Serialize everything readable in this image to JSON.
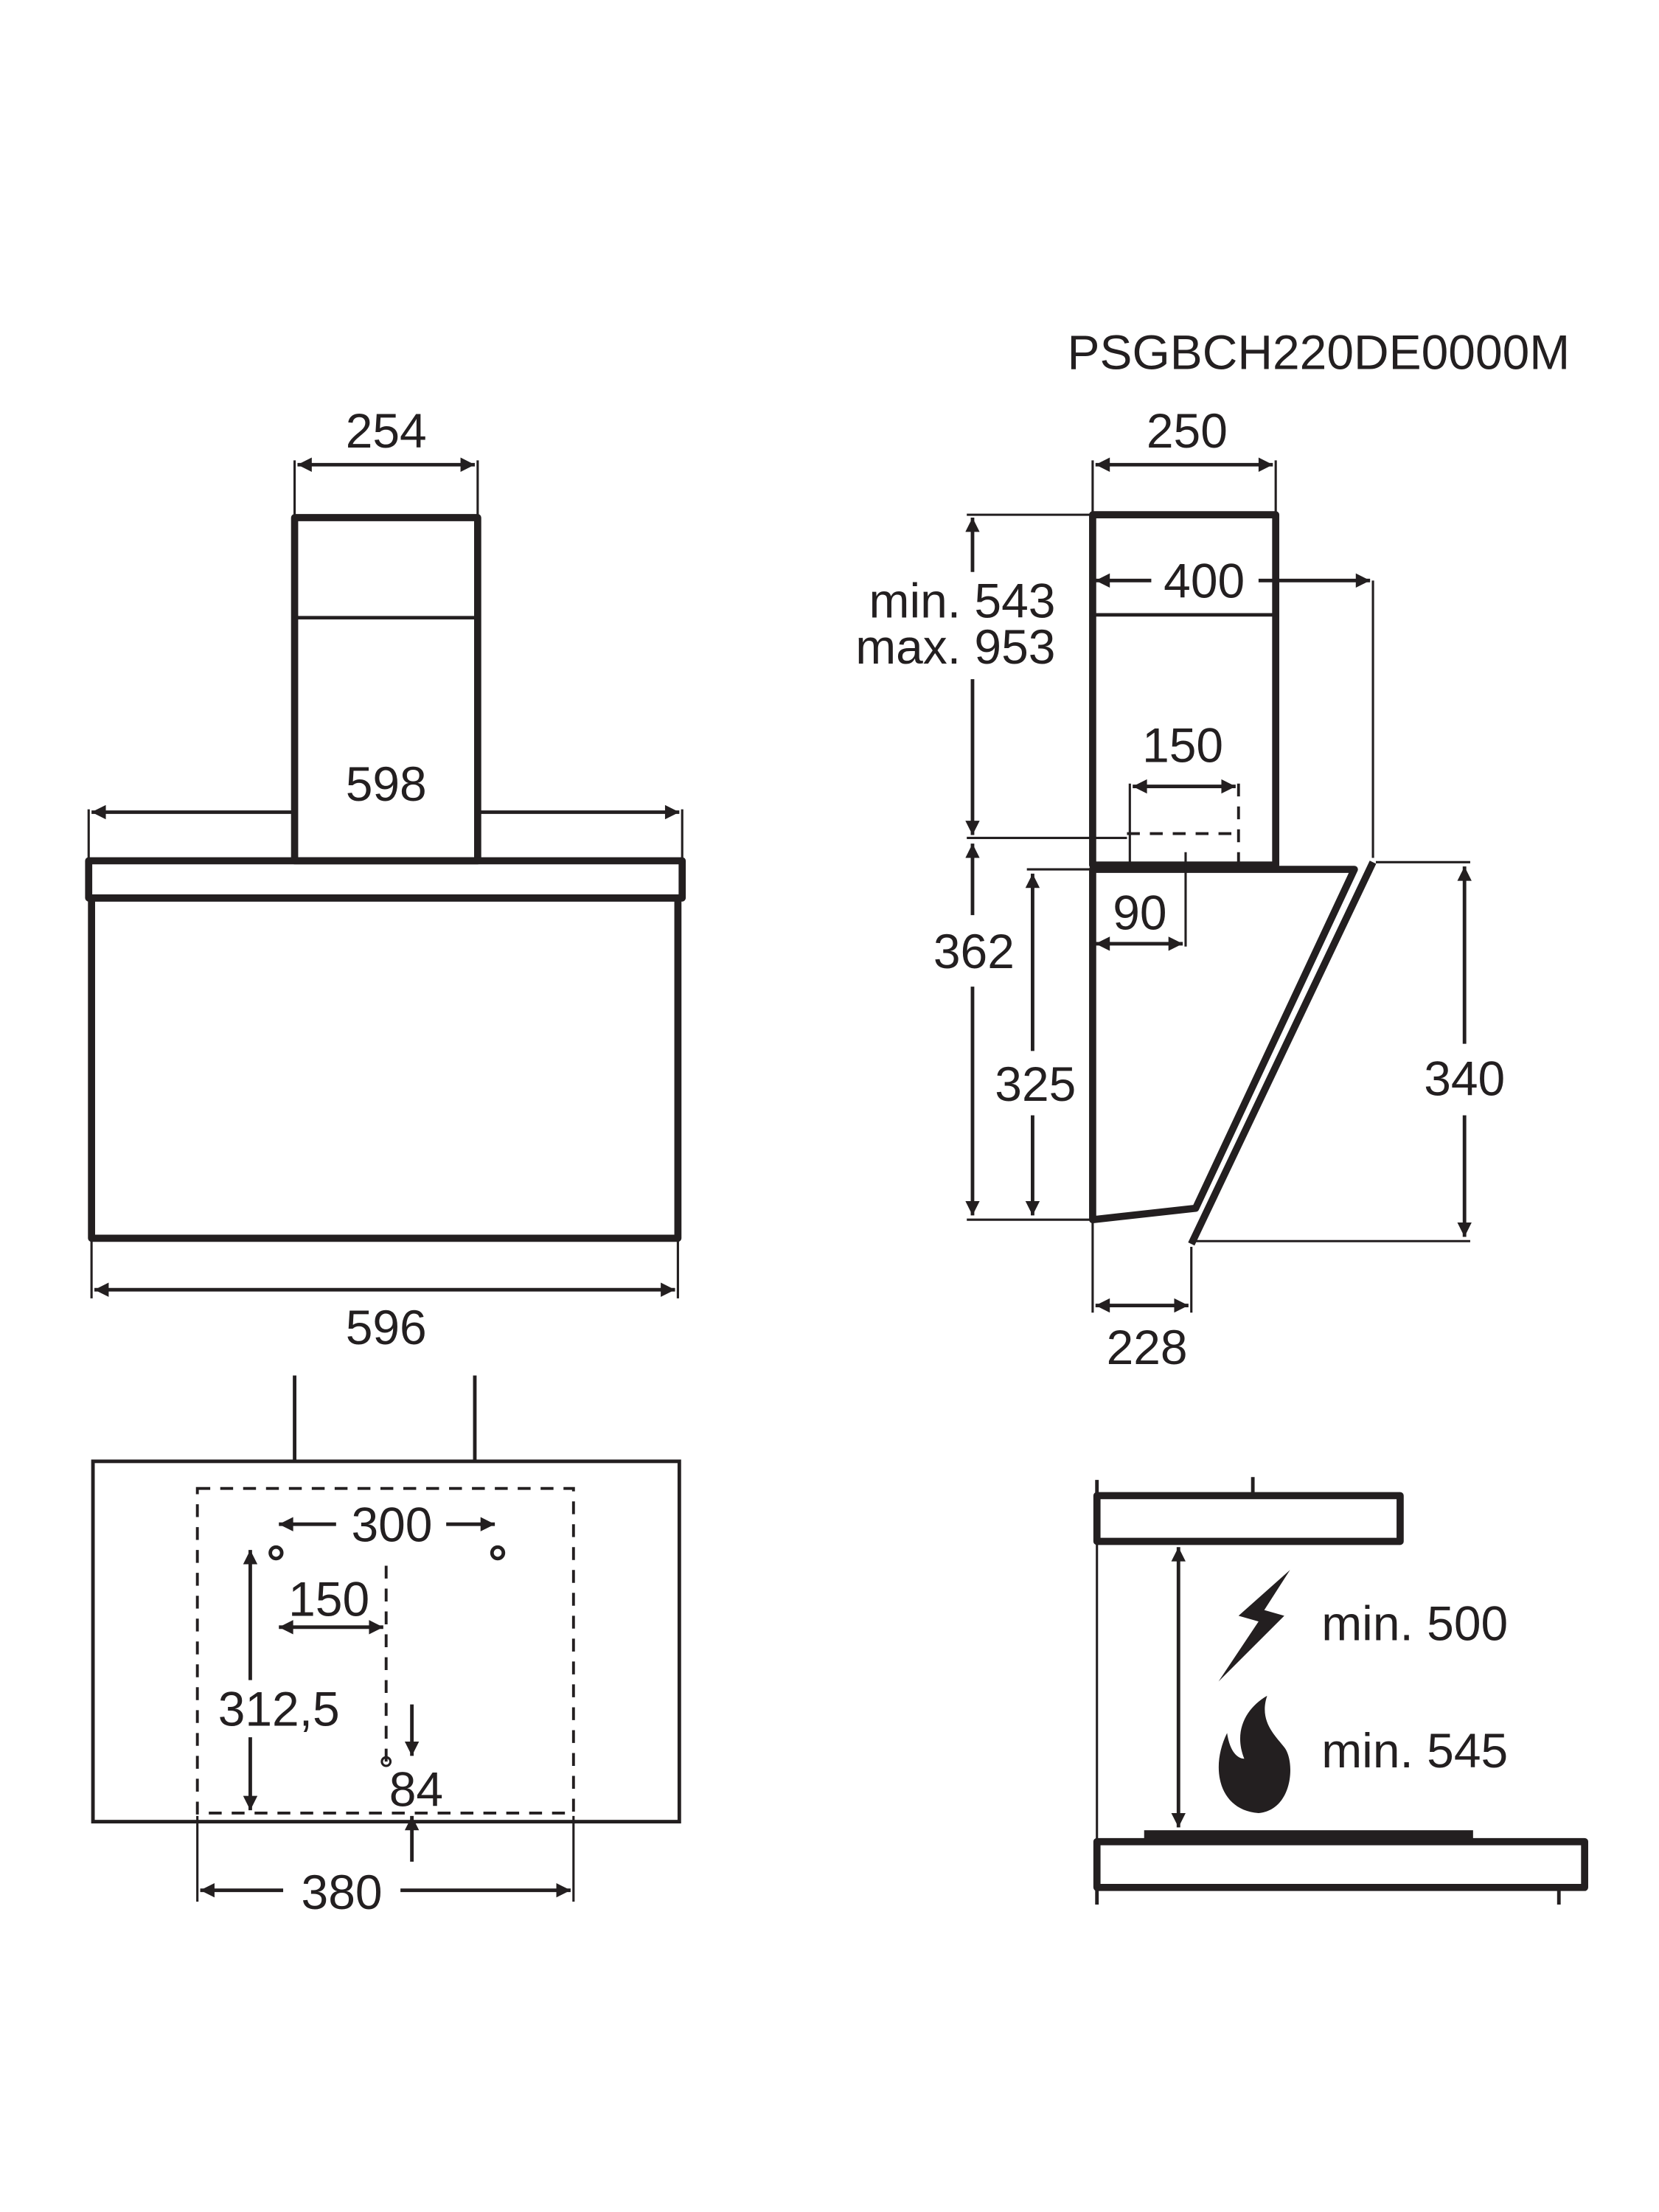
{
  "model": "PSGBCH220DE0000M",
  "front_view": {
    "chimney_width": "254",
    "canopy_width_top": "598",
    "canopy_width_bottom": "596"
  },
  "side_view": {
    "chimney_depth": "250",
    "depth_to_glass": "400",
    "outlet_width": "150",
    "outlet_offset": "90",
    "chimney_height_min": "min. 543",
    "chimney_height_max": "max. 953",
    "body_height": "362",
    "back_height": "325",
    "glass_height": "340",
    "bottom_depth": "228"
  },
  "top_view": {
    "hole_spacing": "300",
    "hole_offset": "150",
    "hole_height": "312,5",
    "bottom_offset": "84",
    "bracket_width": "380"
  },
  "install_view": {
    "electric_min": "min. 500",
    "gas_min": "min. 545"
  },
  "icons": {
    "electric": "lightning-icon",
    "gas": "flame-icon"
  }
}
